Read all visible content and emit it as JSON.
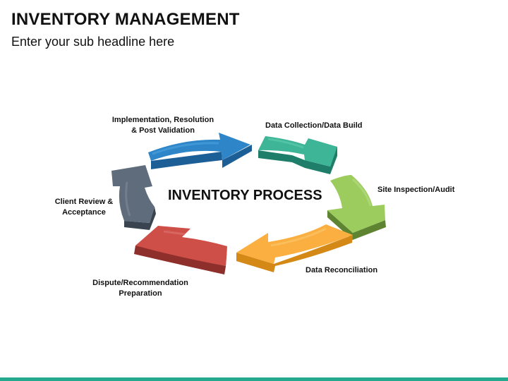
{
  "header": {
    "title": "INVENTORY MANAGEMENT",
    "subtitle": "Enter your sub headline here"
  },
  "diagram": {
    "center_title": "INVENTORY PROCESS",
    "steps": [
      {
        "label_lines": [
          "Implementation, Resolution",
          "& Post Validation"
        ],
        "color": "#2E86C9"
      },
      {
        "label_lines": [
          "Data Collection/Data Build"
        ],
        "color": "#3DB596"
      },
      {
        "label_lines": [
          "Site Inspection/Audit"
        ],
        "color": "#9CCB5E"
      },
      {
        "label_lines": [
          "Data Reconciliation"
        ],
        "color": "#FAAF40"
      },
      {
        "label_lines": [
          "Dispute/Recommendation",
          "Preparation"
        ],
        "color": "#CE4E48"
      },
      {
        "label_lines": [
          "Client Review &",
          "Acceptance"
        ],
        "color": "#5F6C7B"
      }
    ]
  },
  "footer": {
    "bar_color": "#24A88E"
  }
}
